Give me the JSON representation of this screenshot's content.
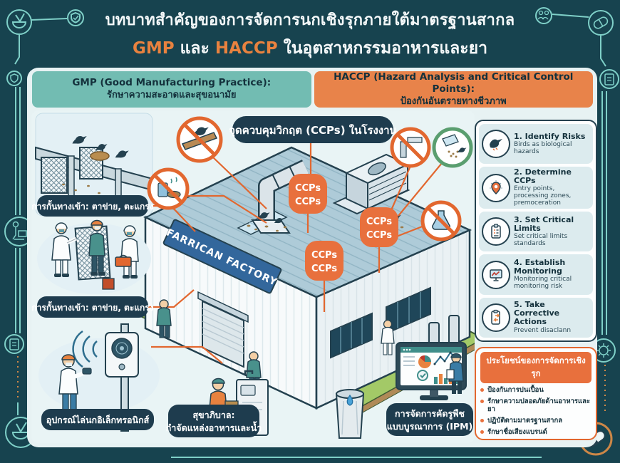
{
  "title": {
    "line1": "บทบาทสำคัญของการจัดการนกเชิงรุกภายใต้มาตรฐานสากล",
    "gmp": "GMP",
    "and": " และ ",
    "haccp": "HACCP",
    "line2_rest": " ในอุตสาหกรรมอาหารและยา"
  },
  "headers": {
    "gmp_title": "GMP (Good Manufacturing Practice):",
    "gmp_subtitle": "รักษาความสะอาดและสุขอนามัย",
    "haccp_title": "HACCP (Hazard Analysis and Critical Control Points):",
    "haccp_subtitle": "ป้องกันอันตรายทางชีวภาพ"
  },
  "illustration": {
    "ccp_title": "จุดควบคุมวิกฤต (CCPs) ในโรงงาน",
    "factory_sign": "FARRICAN FACTORY",
    "badge_line": "CCPs",
    "labels": {
      "entry1": "การกั้นทางเข้า: ตาข่าย, ตะแกรง",
      "entry2": "การกั้นทางเข้า: ตาข่าย, ตะแกรง",
      "repeller": "อุปกรณ์ไล่นกอิเล็กทรอนิกส์",
      "sanitation1": "สุขาภิบาล:",
      "sanitation2": "กำจัดแหล่งอาหารและน้ำ",
      "ipm1": "การจัดการคัดรูพืช",
      "ipm2": "แบบบูรณาการ (IPM)"
    }
  },
  "haccp_steps": [
    {
      "title": "1. Identify Risks",
      "subtitle": "Birds as biological hazards",
      "icon": "bird-icon"
    },
    {
      "title": "2. Determine CCPs",
      "subtitle": "Entry points, processing zones, premoceration",
      "icon": "location-pin-icon"
    },
    {
      "title": "3. Set Critical Limits",
      "subtitle": "Set critical limits standards",
      "icon": "clipboard-icon"
    },
    {
      "title": "4. Establish Monitoring",
      "subtitle": "Monitoring critical monitoring risk",
      "icon": "monitor-chart-icon"
    },
    {
      "title": "5. Take Corrective Actions",
      "subtitle": "Prevent disaclann",
      "icon": "corrective-clipboard-icon"
    }
  ],
  "benefits": {
    "title": "ประโยชน์ของการจัดการเชิงรุก",
    "items": [
      "ป้องกันการปนเปื้อน",
      "รักษาความปลอดภัยด้านอาหารและยา",
      "ปฏิบัติตามมาตรฐานสากล",
      "รักษาชื่อเสียงแบรนด์"
    ]
  },
  "colors": {
    "frame": "#17434f",
    "accent_orange": "#e8823f",
    "deep_orange": "#e2672f",
    "teal_header": "#72bcb2",
    "navy_pill": "#1e3c4e",
    "decor_line": "#7fd0c8",
    "lawn": "#a3c967",
    "roof": "#aecbd8"
  }
}
